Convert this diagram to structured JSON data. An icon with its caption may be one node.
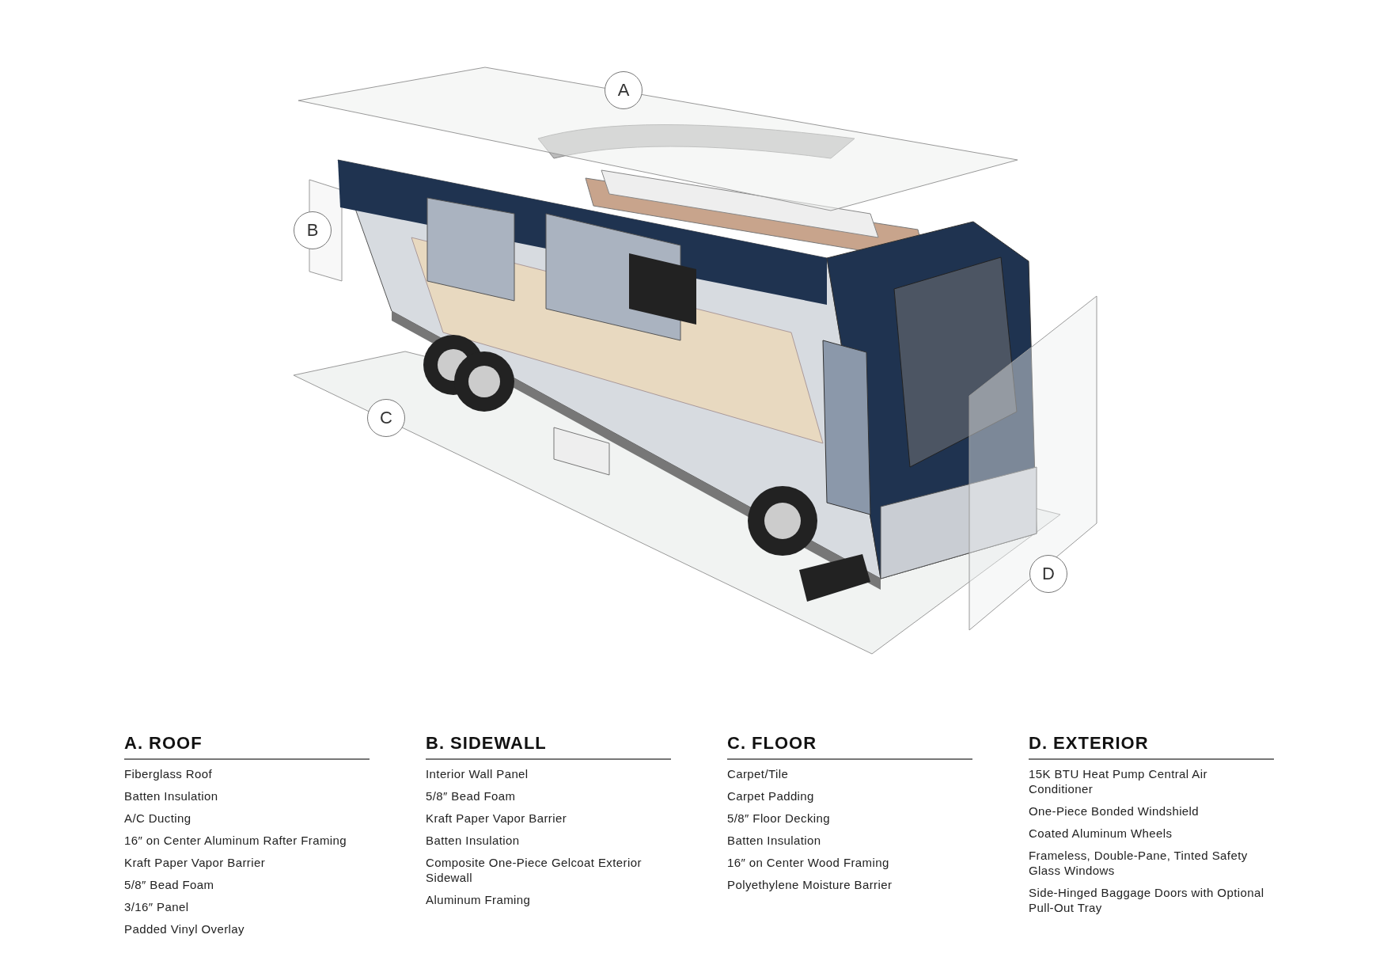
{
  "diagram": {
    "nodes": [
      {
        "text": [
          "A"
        ]
      },
      {
        "text": [
          "B"
        ]
      },
      {
        "text": [
          "C"
        ]
      },
      {
        "text": [
          "D"
        ]
      }
    ],
    "labels": [
      "A. ROOF",
      "Fiberglass Roof",
      "Batten Insulation",
      "A/C Ducting",
      "16″ on Center Aluminum Rafter Framing",
      "Kraft Paper Vapor Barrier",
      "5/8″ Bead Foam",
      "3/16″ Panel",
      "Padded Vinyl Overlay",
      "B. SIDEWALL",
      "Interior Wall Panel",
      "5/8″ Bead Foam",
      "Kraft Paper Vapor Barrier",
      "Batten Insulation",
      "Composite One-Piece Gelcoat Exterior Sidewall",
      "Aluminum Framing",
      "C. FLOOR",
      "Carpet/Tile",
      "Carpet Padding",
      "5/8″ Floor Decking",
      "Batten Insulation",
      "16″ on Center Wood Framing",
      "Polyethylene Moisture Barrier",
      "D. EXTERIOR",
      "15K BTU Heat Pump Central Air Conditioner",
      "One-Piece Bonded Windshield",
      "Coated Aluminum Wheels",
      "Frameless, Double-Pane, Tinted Safety Glass Windows",
      "Side-Hinged Baggage Doors with Optional Pull-Out Tray"
    ]
  }
}
